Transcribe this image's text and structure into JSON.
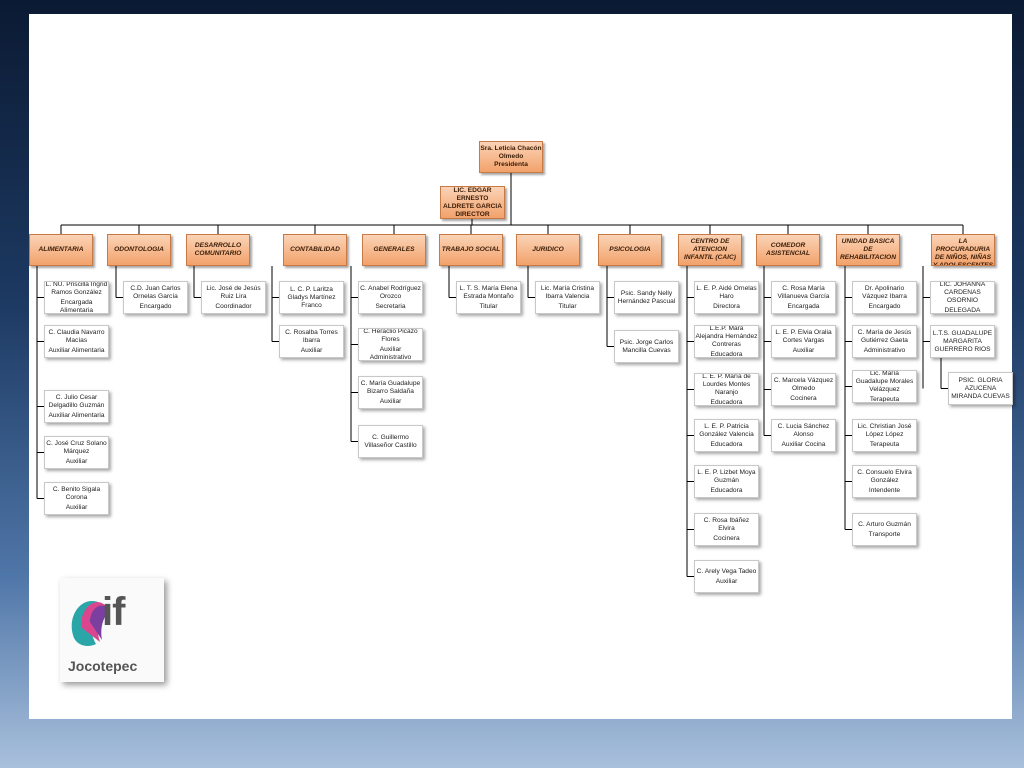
{
  "president": {
    "name": "Sra.  Leticia  Chacón Olmedo",
    "role": "Presidenta"
  },
  "director": {
    "name": "LIC. EDGAR ERNESTO ALDRETE GARCIA",
    "role": "DIRECTOR"
  },
  "departments": [
    {
      "name": "ALIMENTARIA",
      "staff": [
        {
          "name": "L. NU.  Priscilla  Ingrid Ramos  González",
          "role": "Encargada Alimentaria"
        },
        {
          "name": "C.  Claudia  Navarro Macías",
          "role": "Auxiliar Alimentaria"
        },
        {
          "name": "C. Julio Cesar Delgadillo Guzmán",
          "role": "Auxiliar  Alimentaria"
        },
        {
          "name": "C.  José  Cruz Solano Márquez",
          "role": "Auxiliar"
        },
        {
          "name": "C.  Benito Sigala Corona",
          "role": "Auxiliar"
        }
      ]
    },
    {
      "name": "ODONTOLOGIA",
      "staff": [
        {
          "name": "C.D. Juan Carlos Ornelas García",
          "role": "Encargado"
        }
      ]
    },
    {
      "name": "DESARROLLO COMUNITARIO",
      "staff": [
        {
          "name": "Lic.  José  de Jesús Ruiz  Lira",
          "role": "Coordinador"
        }
      ]
    },
    {
      "name": "CONTABILIDAD",
      "staff": [
        {
          "name": "L.  C.  P.  Laritza  Gladys Martínez  Franco",
          "role": ""
        },
        {
          "name": "C. Rosalba  Torres Ibarra",
          "role": "Auxiliar"
        }
      ]
    },
    {
      "name": "GENERALES",
      "staff": [
        {
          "name": "C. Anabel  Rodríguez Orozco",
          "role": "Secretaria"
        },
        {
          "name": "C. Heraclio  Picazo Flores",
          "role": "Auxiliar Administrativo"
        },
        {
          "name": "C.  María  Guadalupe Bizarro  Saldaña",
          "role": "Auxiliar"
        },
        {
          "name": "C.  Guillermo Villaseñor  Castillo",
          "role": ""
        }
      ]
    },
    {
      "name": "TRABAJO  SOCIAL",
      "staff": [
        {
          "name": "L. T. S.  María  Elena Estrada  Montaño",
          "role": "Titular"
        }
      ]
    },
    {
      "name": "JURIDICO",
      "staff": [
        {
          "name": "Lic.  María  Cristina Ibarra Valencia",
          "role": "Titular"
        }
      ]
    },
    {
      "name": "PSICOLOGIA",
      "staff": [
        {
          "name": "Psic. Sandy Nelly Hernández Pascual",
          "role": ""
        },
        {
          "name": "Psic.  Jorge  Carlos Mancilla  Cuevas",
          "role": ""
        }
      ]
    },
    {
      "name": "CENTRO DE ATENCION  INFANTIL (CAIC)",
      "staff": [
        {
          "name": "L. E. P.   Aidé  Ornelas Haro",
          "role": "Directora"
        },
        {
          "name": "L.E.P.  Mara Alejandra  Hernández Contreras",
          "role": "Educadora"
        },
        {
          "name": "L.  E.  P.  María  de Lourdes  Montes Naranjo",
          "role": "Educadora"
        },
        {
          "name": "L.  E.  P. Patricia González  Valencia",
          "role": "Educadora"
        },
        {
          "name": "L.  E.  P. Lizbet  Moya Guzmán",
          "role": "Educadora"
        },
        {
          "name": "C.  Rosa   Ibáñez Elvira",
          "role": "Cocinera"
        },
        {
          "name": "C.  Arely  Vega  Tadeo",
          "role": "Auxiliar"
        }
      ]
    },
    {
      "name": "COMEDOR ASISTENCIAL",
      "staff": [
        {
          "name": "C.  Rosa  María Villanueva  García",
          "role": "Encargada"
        },
        {
          "name": "L. E.  P.  Elvia  Oralia Cortes  Vargas",
          "role": "Auxiliar"
        },
        {
          "name": "C. Marcela  Vázquez Olmedo",
          "role": "Cocinera"
        },
        {
          "name": "C.  Lucia  Sánchez Alonso",
          "role": "Auxiliar  Cocina"
        }
      ]
    },
    {
      "name": "UNIDAD BASICA  DE REHABILITACION",
      "staff": [
        {
          "name": "Dr.  Apolinario Vázquez  Ibarra",
          "role": "Encargado"
        },
        {
          "name": "C. María  de  Jesús Gutiérrez  Gaeta",
          "role": "Administrativo"
        },
        {
          "name": "Lic.  María  Guadalupe Morales  Velázquez",
          "role": "Terapeuta"
        },
        {
          "name": "Lic.  Christian  José López  López",
          "role": "Terapeuta"
        },
        {
          "name": "C. Consuelo  Elvira González",
          "role": "Intendente"
        },
        {
          "name": "C.  Arturo  Guzmán",
          "role": "Transporte"
        }
      ]
    },
    {
      "name": "DELEGACION DE LA PROCURADURIA DE NIÑOS, NIÑAS Y ADOLESCENTES",
      "staff": [
        {
          "name": "LIC. JOHANNA CARDENAS OSORNIO",
          "role": "DELEGADA"
        },
        {
          "name": "L.T.S. GUADALUPE MARGARITA GUERRERO RIOS",
          "role": ""
        },
        {
          "name": "PSIC. GLORIA AZUCENA  MIRANDA CUEVAS",
          "role": ""
        }
      ]
    }
  ],
  "logo": {
    "brand": "if",
    "city": "Jocotepec"
  },
  "colors": {
    "dept_fill": "#f2a26b",
    "dept_border": "#c77a45",
    "line": "#000000"
  }
}
